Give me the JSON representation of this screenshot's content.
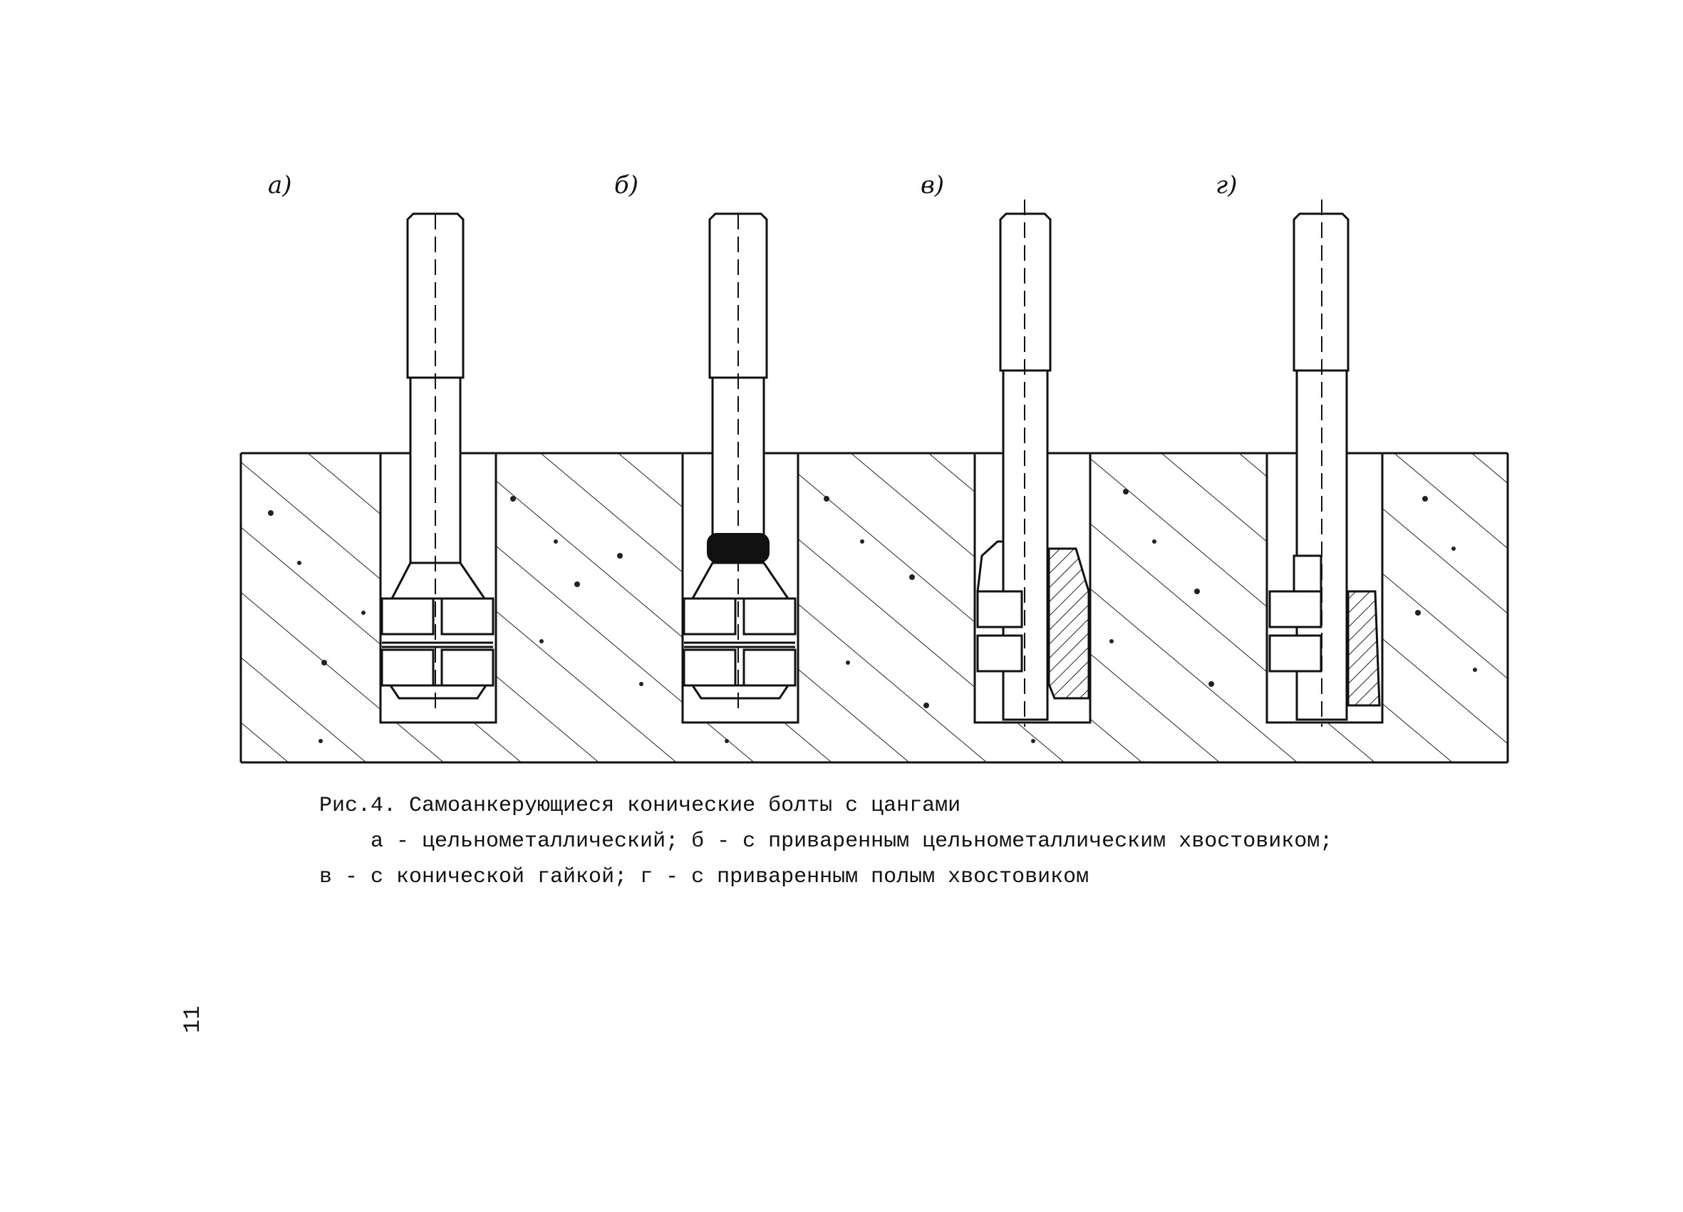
{
  "figure": {
    "labels": [
      "а)",
      "б)",
      "в)",
      "г)"
    ],
    "caption": {
      "line1": "Рис.4. Самоанкерующиеся конические болты с цангами",
      "line2": "а - цельнометаллический; б - с приваренным цельнометаллическим хвостовиком;",
      "line3": "в - с конической гайкой; г - с приваренным полым хвостовиком"
    }
  },
  "page_number": "11",
  "colors": {
    "ink": "#111111",
    "paper": "#ffffff"
  }
}
